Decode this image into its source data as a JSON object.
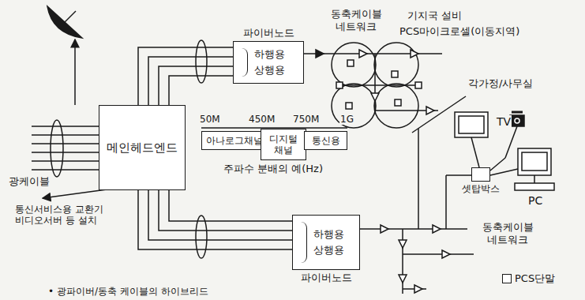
{
  "diagram": {
    "caption": "• 광파이버/동축 케이블의 하이브리드",
    "nodes": [
      {
        "text": [
          "파이버노드",
          "하행용",
          "상행용"
        ]
      },
      {
        "text": [
          "메인헤드엔드"
        ]
      },
      {
        "text": [
          "아나로그채널"
        ]
      },
      {
        "text": [
          "디지털 채널"
        ]
      },
      {
        "text": [
          "통신용"
        ]
      },
      {
        "text": [
          "셋탑박스"
        ]
      },
      {
        "text": [
          "하행용",
          "상행용",
          "파이버노드"
        ]
      }
    ],
    "edges": [
      {
        "from": 1,
        "to": 0,
        "arrow": "none"
      },
      {
        "from": 1,
        "to": 6,
        "arrow": "none"
      }
    ],
    "labels": [
      "동축케이블 네트워크",
      "기지국 설비",
      "PCS마이크로셀(이동지역)",
      "50M",
      "450M",
      "750M",
      "1G",
      "주파수 분배의 예(Hz)",
      "각가정/사무실",
      "TV",
      "PC",
      "광케이블",
      "통신서비스용 교환기 비디오서버 등 설치",
      "동축케이블 네트워크"
    ],
    "legend": [
      {
        "text": "PCS단말"
      }
    ]
  }
}
